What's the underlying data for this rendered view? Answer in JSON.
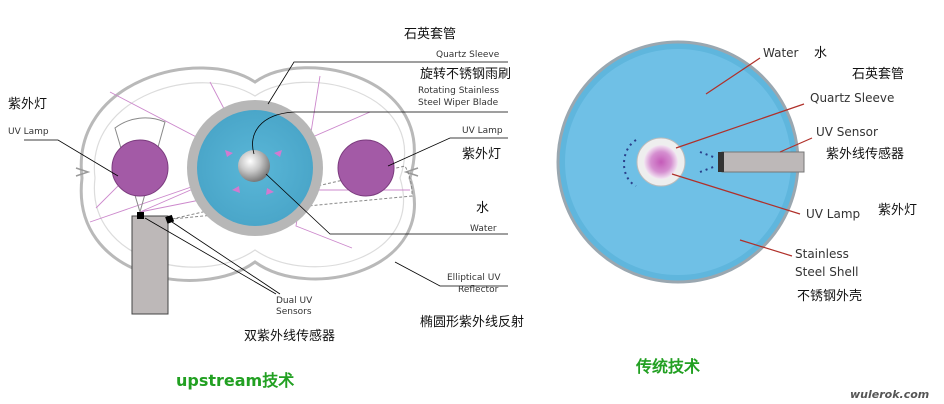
{
  "left_diagram": {
    "labels": {
      "quartz_sleeve_cn": "石英套管",
      "quartz_sleeve_en": "Quartz Sleeve",
      "wiper_cn": "旋转不锈钢雨刷",
      "wiper_en_line1": "Rotating Stainless",
      "wiper_en_line2": "Steel Wiper Blade",
      "uv_lamp_left_cn": "紫外灯",
      "uv_lamp_left_en": "UV Lamp",
      "uv_lamp_right_en": "UV Lamp",
      "uv_lamp_right_cn": "紫外灯",
      "water_cn": "水",
      "water_en": "Water",
      "reflector_en_line1": "Elliptical UV",
      "reflector_en_line2": "Reflector",
      "reflector_cn": "椭圆形紫外线反射",
      "sensors_en_line1": "Dual UV",
      "sensors_en_line2": "Sensors",
      "sensors_cn": "双紫外线传感器"
    },
    "caption": "upstream技术"
  },
  "right_diagram": {
    "labels": {
      "water_en": "Water",
      "water_cn": "水",
      "quartz_cn": "石英套管",
      "quartz_en": "Quartz Sleeve",
      "sensor_en": "UV Sensor",
      "sensor_cn": "紫外线传感器",
      "lamp_en": "UV Lamp",
      "lamp_cn": "紫外灯",
      "shell_en_line1": "Stainless",
      "shell_en_line2": "Steel Shell",
      "shell_cn": "不锈钢外壳"
    },
    "caption": "传统技术"
  },
  "watermark": "wulerok.com",
  "colors": {
    "caption_green": "#22a022",
    "lamp_purple": "#a35aa6",
    "water_blue": "#5fb6dd",
    "leader_red": "#b0302a",
    "sensor_gray": "#bdb8b8"
  }
}
